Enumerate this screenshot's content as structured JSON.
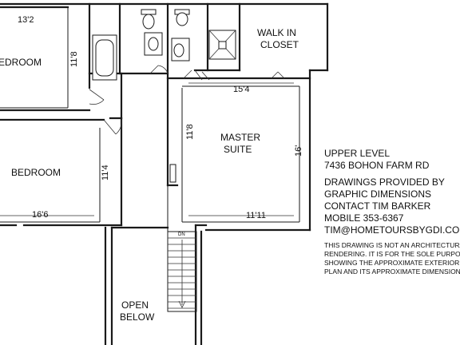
{
  "rooms": {
    "bedroom_top": {
      "label": "BEDROOM",
      "width_dim": "13'2",
      "height_dim": "11'8"
    },
    "bedroom_bottom": {
      "label": "BEDROOM",
      "width_dim": "16'6",
      "height_dim": "11'4"
    },
    "walk_in_closet": {
      "line1": "WALK IN",
      "line2": "CLOSET"
    },
    "master_suite": {
      "line1": "MASTER",
      "line2": "SUITE",
      "width_dim_top": "15'4",
      "width_dim_bottom": "11'11",
      "height_dim_left": "11'8",
      "height_dim_right": "16'"
    },
    "open_below": {
      "line1": "OPEN",
      "line2": "BELOW"
    },
    "stairs": {
      "label": "DN"
    }
  },
  "info": {
    "level": "UPPER LEVEL",
    "address": "7436 BOHON FARM RD",
    "provided_by": "DRAWINGS PROVIDED BY",
    "company": "GRAPHIC DIMENSIONS",
    "contact": "CONTACT TIM BARKER",
    "mobile": "MOBILE 353-6367",
    "email": "TIM@HOMETOURSBYGDI.COM",
    "disclaimer": [
      "THIS DRAWING IS NOT AN ARCHITECTURAL",
      "RENDERING. IT IS FOR THE SOLE PURPOSE OF",
      "SHOWING THE APPROXIMATE EXTERIOR FLOOR",
      "PLAN AND ITS APPROXIMATE DIMENSIONS"
    ]
  }
}
